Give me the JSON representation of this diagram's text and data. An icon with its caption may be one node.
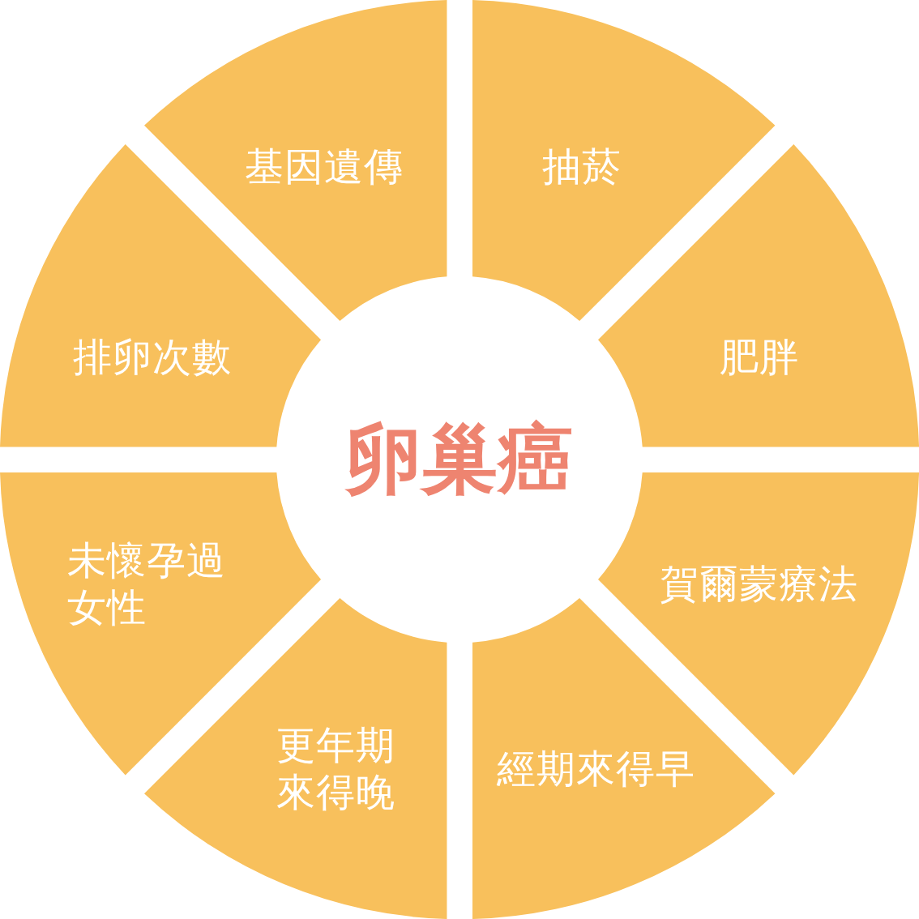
{
  "diagram": {
    "nodes": [
      {
        "text": [
          "卵巢癌"
        ]
      },
      {
        "text": [
          "基因遺傳"
        ]
      },
      {
        "text": [
          "抽菸"
        ]
      },
      {
        "text": [
          "排卵次數"
        ]
      },
      {
        "text": [
          "肥胖"
        ]
      },
      {
        "text": [
          "未懷孕過女性"
        ]
      },
      {
        "text": [
          "賀爾蒙療法"
        ]
      },
      {
        "text": [
          "更年期來得晚"
        ]
      },
      {
        "text": [
          "經期來得早"
        ]
      }
    ]
  }
}
